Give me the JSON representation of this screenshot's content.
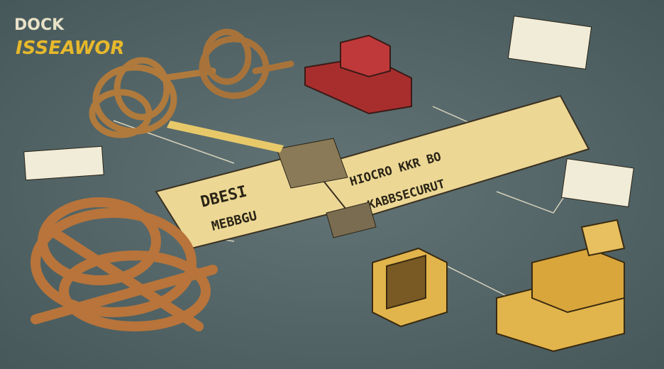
{
  "logo": {
    "line1": "DOCK",
    "line2": "ISSEAWOR"
  },
  "banner_left": {
    "line1": "DBESI",
    "line2": "MEBBGU"
  },
  "banner_right": {
    "line1": "HIOCRO KKR  BO",
    "line2": "KABBSECURUT"
  },
  "colors": {
    "background": "#55686a",
    "paper": "#ecd795",
    "rope": "#b07a3c",
    "red_block": "#c0393a",
    "gold_block": "#e2b54c",
    "logo": "#e6b82c"
  }
}
